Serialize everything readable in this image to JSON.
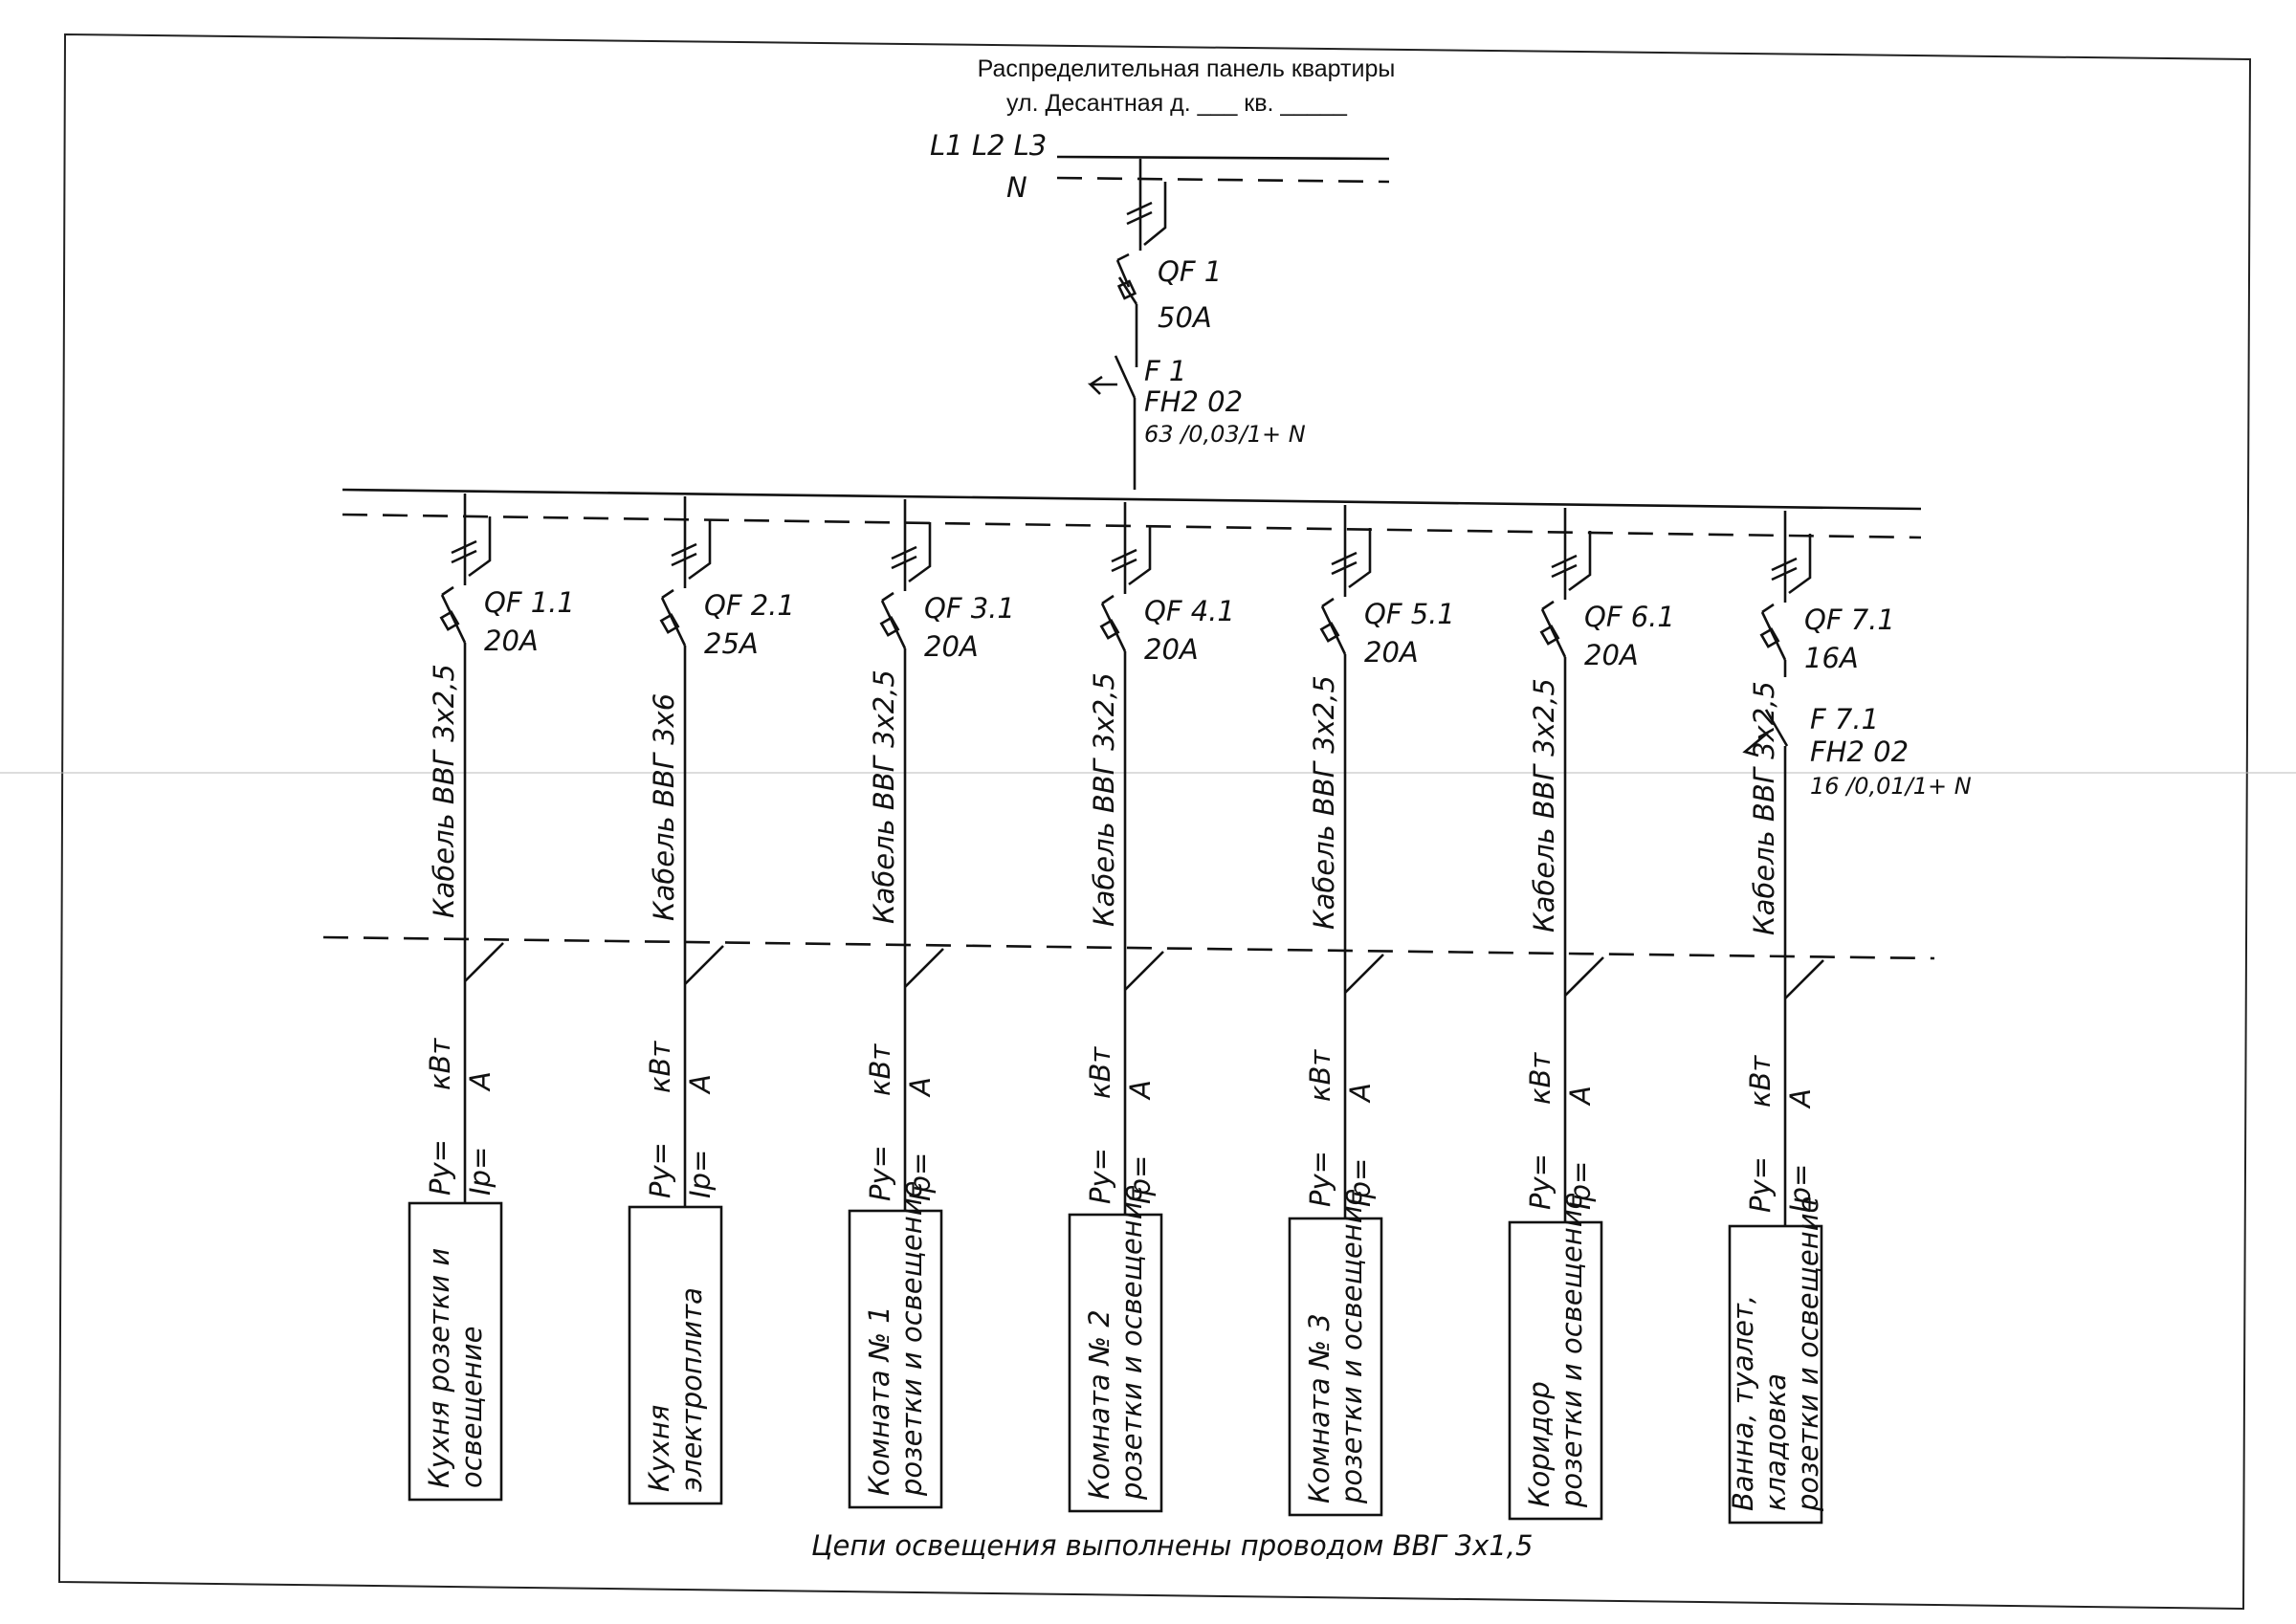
{
  "title": {
    "line1": "Распределительная панель квартиры",
    "line2": "ул. Десантная  д. ___  кв. _____"
  },
  "bus": {
    "phases_label": "L1 L2 L3",
    "neutral_label": "N"
  },
  "main_breaker": {
    "name": "QF 1",
    "rating": "50A"
  },
  "main_rcd": {
    "name": "F 1",
    "model": "FH2 02",
    "rating": "63 /0,03/1+ N"
  },
  "circuits": [
    {
      "breaker": "QF 1.1",
      "rating": "20A",
      "cable": "Кабель ВВГ 3х2,5",
      "power_label": "Ру=",
      "power_unit": "кВт",
      "current_label": "Iр=",
      "current_unit": "A",
      "load_lines": [
        "Кухня розетки и",
        "освещение"
      ]
    },
    {
      "breaker": "QF 2.1",
      "rating": "25A",
      "cable": "Кабель ВВГ 3х6",
      "power_label": "Ру=",
      "power_unit": "кВт",
      "current_label": "Iр=",
      "current_unit": "A",
      "load_lines": [
        "Кухня",
        "электроплита"
      ]
    },
    {
      "breaker": "QF 3.1",
      "rating": "20A",
      "cable": "Кабель ВВГ 3х2,5",
      "power_label": "Ру=",
      "power_unit": "кВт",
      "current_label": "Iр=",
      "current_unit": "A",
      "load_lines": [
        "Комната № 1",
        "розетки и освещение"
      ]
    },
    {
      "breaker": "QF 4.1",
      "rating": "20A",
      "cable": "Кабель ВВГ 3х2,5",
      "power_label": "Ру=",
      "power_unit": "кВт",
      "current_label": "Iр=",
      "current_unit": "A",
      "load_lines": [
        "Комната № 2",
        "розетки и освещение"
      ]
    },
    {
      "breaker": "QF 5.1",
      "rating": "20A",
      "cable": "Кабель ВВГ 3х2,5",
      "power_label": "Ру=",
      "power_unit": "кВт",
      "current_label": "Iр=",
      "current_unit": "A",
      "load_lines": [
        "Комната № 3",
        "розетки и освещение"
      ]
    },
    {
      "breaker": "QF 6.1",
      "rating": "20A",
      "cable": "Кабель ВВГ 3х2,5",
      "power_label": "Ру=",
      "power_unit": "кВт",
      "current_label": "Iр=",
      "current_unit": "A",
      "load_lines": [
        "Коридор",
        "розетки и освещение"
      ]
    },
    {
      "breaker": "QF 7.1",
      "rating": "16A",
      "cable": "Кабель ВВГ 3х2,5",
      "power_label": "Ру=",
      "power_unit": "кВт",
      "current_label": "Iр=",
      "current_unit": "A",
      "load_lines": [
        "Ванна, туалет,",
        "кладовка",
        "розетки и освещение"
      ],
      "rcd": {
        "name": "F 7.1",
        "model": "FH2 02",
        "rating": "16 /0,01/1+ N"
      }
    }
  ],
  "footnote": "Цепи освещения выполнены проводом ВВГ 3х1,5"
}
